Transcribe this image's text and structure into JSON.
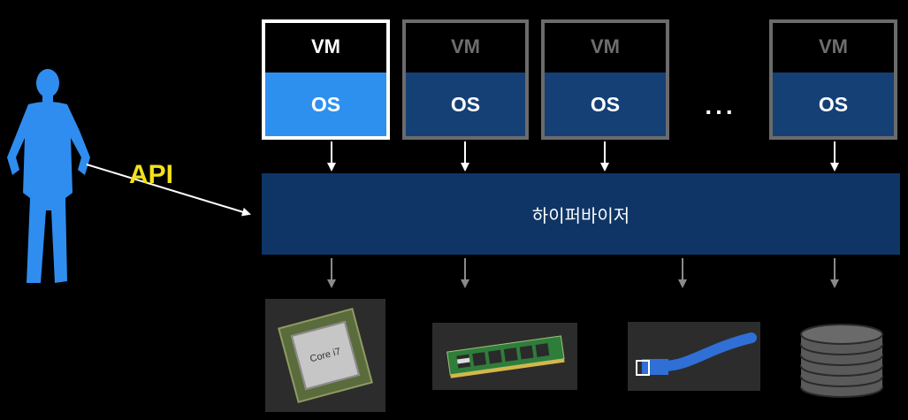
{
  "vms": [
    {
      "label": "VM",
      "os": "OS",
      "active": true
    },
    {
      "label": "VM",
      "os": "OS",
      "active": false
    },
    {
      "label": "VM",
      "os": "OS",
      "active": false
    },
    {
      "label": "VM",
      "os": "OS",
      "active": false
    }
  ],
  "ellipsis": "...",
  "hypervisor": {
    "label": "하이퍼바이저"
  },
  "api": {
    "label": "API"
  },
  "hardware": {
    "cpu_label": "Core i7",
    "items": [
      "cpu-icon",
      "ram-icon",
      "network-cable-icon",
      "storage-disk-icon"
    ]
  },
  "colors": {
    "active_os": "#2e90ee",
    "os": "#144076",
    "hypervisor": "#0f3566",
    "person": "#2f8df0",
    "api_text": "#f2e11a"
  }
}
